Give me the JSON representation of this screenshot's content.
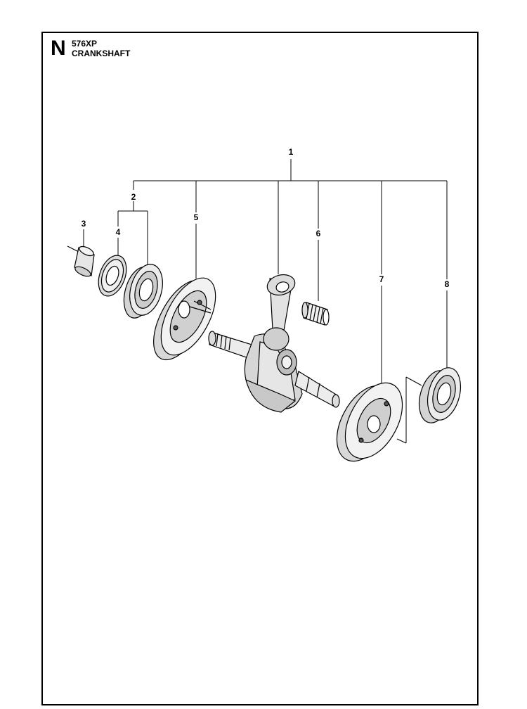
{
  "header": {
    "section_letter": "N",
    "model": "576XP",
    "title": "CRANKSHAFT"
  },
  "callouts": [
    "1",
    "2",
    "3",
    "4",
    "5",
    "6",
    "7",
    "8"
  ]
}
